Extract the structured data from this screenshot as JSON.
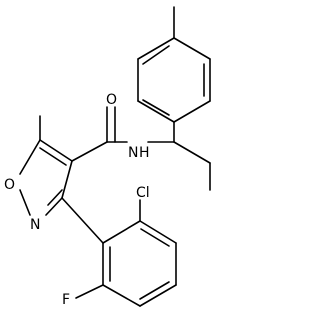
{
  "diagram": {
    "type": "chemical-structure",
    "atoms": {
      "oxygen_carbonyl": "O",
      "nitrogen_amide": "N",
      "hydrogen_amide": "H",
      "oxygen_ring": "O",
      "nitrogen_ring": "N",
      "chlorine": "Cl",
      "fluorine": "F"
    },
    "colors": {
      "bond": "#000000",
      "label": "#000000",
      "background": "#ffffff"
    }
  }
}
